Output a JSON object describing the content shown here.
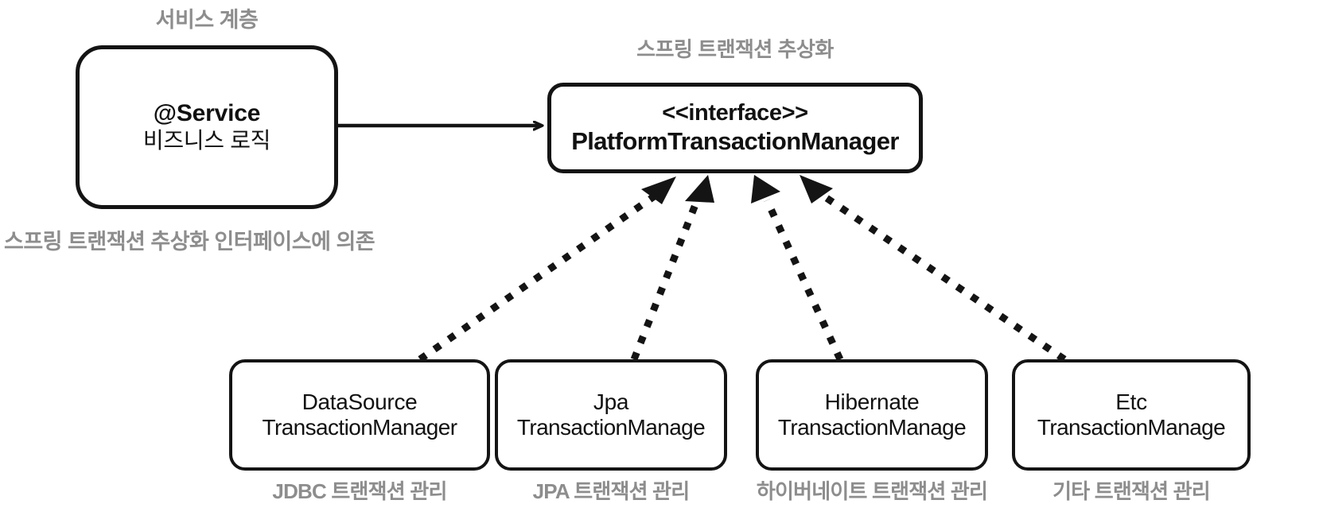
{
  "diagram": {
    "title_captions": {
      "service_layer": "서비스 계층",
      "spring_tx_abstraction": "스프링 트랜잭션 추상화",
      "depends_on_interface": "스프링 트랜잭션 추상화 인터페이스에 의존"
    },
    "service_node": {
      "line1": "@Service",
      "line2": "비즈니스 로직"
    },
    "interface_node": {
      "line1": "<<interface>>",
      "line2": "PlatformTransactionManager"
    },
    "implementations": [
      {
        "line1": "DataSource",
        "line2": "TransactionManager",
        "caption": "JDBC 트랜잭션 관리"
      },
      {
        "line1": "Jpa",
        "line2": "TransactionManage",
        "caption": "JPA 트랜잭션 관리"
      },
      {
        "line1": "Hibernate",
        "line2": "TransactionManage",
        "caption": "하이버네이트 트랜잭션 관리"
      },
      {
        "line1": "Etc",
        "line2": "TransactionManage",
        "caption": "기타 트랜잭션 관리"
      }
    ],
    "colors": {
      "stroke": "#141414",
      "text": "#111111",
      "caption": "#8d8d8d",
      "background": "#ffffff"
    },
    "edges": {
      "service_to_interface": {
        "style": "solid",
        "arrow": "open-arrow",
        "from": "service_node",
        "to": "interface_node"
      },
      "implements": {
        "style": "dotted",
        "arrow": "filled-triangle",
        "from": "implementations",
        "to": "interface_node"
      }
    }
  }
}
